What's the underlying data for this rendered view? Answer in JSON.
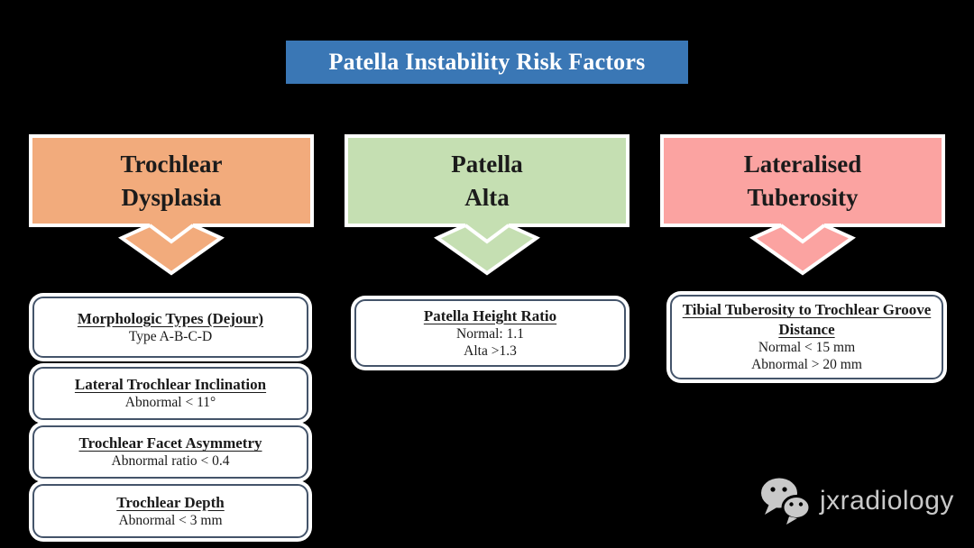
{
  "title": "Patella Instability Risk Factors",
  "colors": {
    "background": "#000000",
    "title_bg": "#3A77B5",
    "box_border": "#44546A",
    "box_fill": "#FFFFFF",
    "header_outline": "#FFFFFF",
    "watermark_gray": "#C9C9C9"
  },
  "columns": [
    {
      "header": [
        "Trochlear",
        "Dysplasia"
      ],
      "color": "#F2AB7C",
      "boxes": [
        {
          "title": "Morphologic Types (Dejour)",
          "lines": [
            "Type A-B-C-D"
          ]
        },
        {
          "title": "Lateral Trochlear Inclination",
          "lines": [
            "Abnormal < 11°"
          ]
        },
        {
          "title": "Trochlear Facet Asymmetry",
          "lines": [
            "Abnormal ratio < 0.4"
          ]
        },
        {
          "title": "Trochlear Depth",
          "lines": [
            "Abnormal < 3 mm"
          ]
        }
      ]
    },
    {
      "header": [
        "Patella",
        "Alta"
      ],
      "color": "#C5DFB2",
      "boxes": [
        {
          "title": "Patella Height Ratio",
          "lines": [
            "Normal: 1.1",
            "Alta >1.3"
          ]
        }
      ]
    },
    {
      "header": [
        "Lateralised",
        "Tuberosity"
      ],
      "color": "#FBA3A1",
      "boxes": [
        {
          "title": "Tibial Tuberosity to Trochlear Groove Distance",
          "lines": [
            "Normal < 15 mm",
            "Abnormal > 20 mm"
          ]
        }
      ]
    }
  ],
  "watermark": {
    "label": "jxradiology",
    "icon": "wechat-icon"
  }
}
